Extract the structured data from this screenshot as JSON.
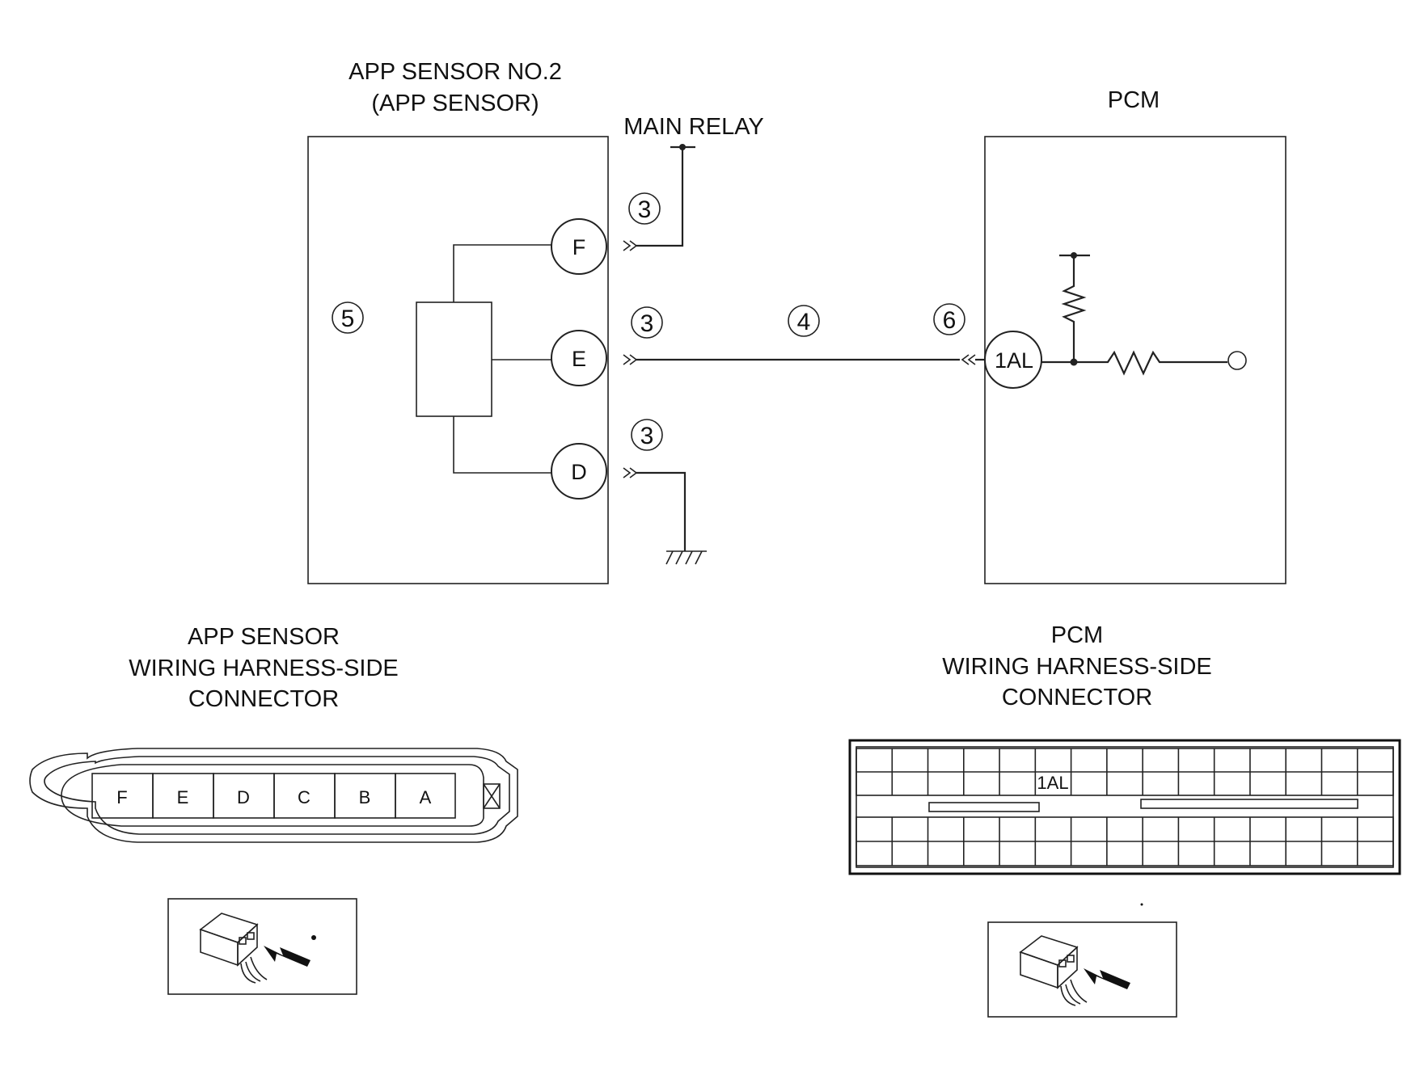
{
  "diagram": {
    "app_sensor_title_line1": "APP SENSOR NO.2",
    "app_sensor_title_line2": "(APP SENSOR)",
    "main_relay_label": "MAIN RELAY",
    "pcm_title": "PCM",
    "pins": {
      "f": "F",
      "e": "E",
      "d": "D",
      "pcm_1al": "1AL"
    },
    "callouts": {
      "c3": "3",
      "c4": "4",
      "c5": "5",
      "c6": "6"
    }
  },
  "app_connector": {
    "title_line1": "APP SENSOR",
    "title_line2": "WIRING HARNESS-SIDE",
    "title_line3": "CONNECTOR",
    "pins": [
      "F",
      "E",
      "D",
      "C",
      "B",
      "A"
    ],
    "icon": "connector-view-icon"
  },
  "pcm_connector": {
    "title_line1": "PCM",
    "title_line2": "WIRING HARNESS-SIDE",
    "title_line3": "CONNECTOR",
    "pin_label": "1AL",
    "icon": "connector-view-icon"
  }
}
